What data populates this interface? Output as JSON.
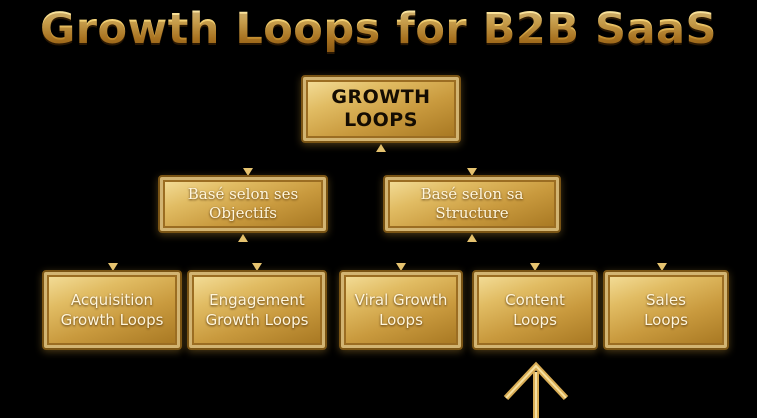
{
  "title": "Growth Loops for B2B SaaS",
  "diagram": {
    "root": {
      "line1": "GROWTH",
      "line2": "LOOPS"
    },
    "branches": [
      {
        "line1": "Basé selon ses",
        "line2": "Objectifs",
        "children": [
          {
            "line1": "Acquisition",
            "line2": "Growth Loops"
          },
          {
            "line1": "Engagement",
            "line2": "Growth Loops"
          }
        ]
      },
      {
        "line1": "Basé selon sa",
        "line2": "Structure",
        "children": [
          {
            "line1": "Viral Growth",
            "line2": "Loops"
          },
          {
            "line1": "Content",
            "line2": "Loops"
          },
          {
            "line1": "Sales",
            "line2": "Loops"
          }
        ]
      }
    ]
  },
  "colors": {
    "gold": "#e1bc63",
    "gold_dark": "#7a5414",
    "background": "#000000"
  }
}
